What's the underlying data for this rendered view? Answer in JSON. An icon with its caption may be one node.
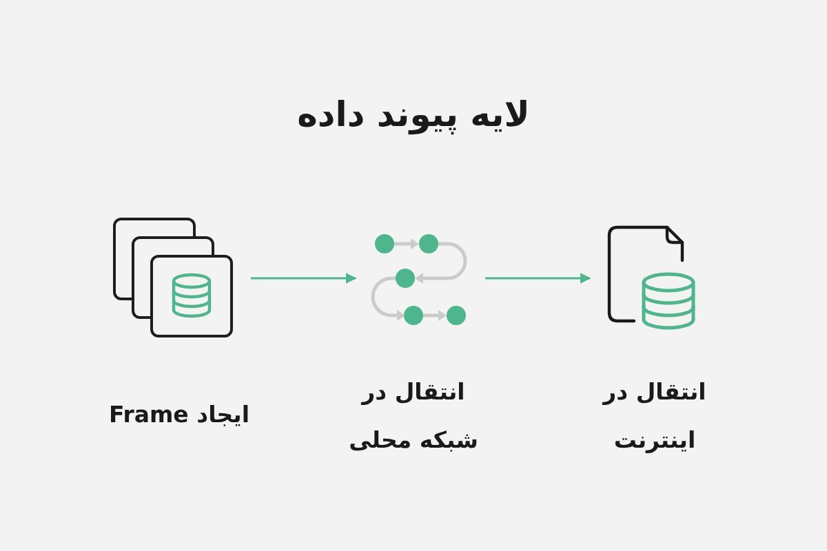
{
  "diagram": {
    "title": "لایه پیوند داده",
    "nodes": [
      {
        "text": [],
        "shape": "picture",
        "beside": [
          "ایجاد Frame"
        ]
      },
      {
        "text": [],
        "shape": "picture",
        "beside": [
          "انتقال در شبکه محلی"
        ]
      },
      {
        "text": [],
        "shape": "picture",
        "beside": [
          "انتقال در اینترنت"
        ]
      }
    ],
    "edges": [
      {
        "from": 0,
        "to": 1,
        "arrow": "to"
      },
      {
        "from": 1,
        "to": 2,
        "arrow": "to"
      }
    ]
  }
}
